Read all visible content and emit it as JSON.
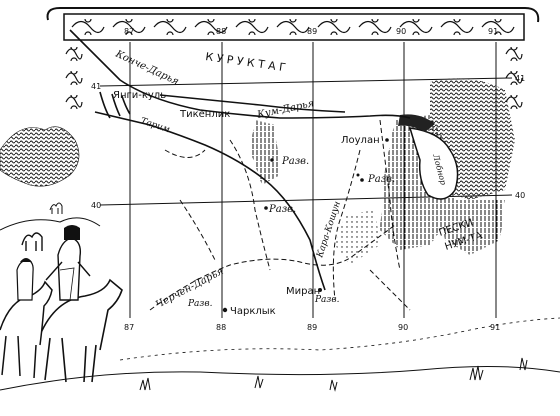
{
  "map": {
    "longitudes": [
      "87",
      "88",
      "89",
      "90",
      "91"
    ],
    "latitudes": [
      "41",
      "40"
    ],
    "places": {
      "konche_darya": "Конче-Дарья",
      "kuruk_tag": "К У Р У К   Т А Г",
      "yangi_kul": "Янги-куль",
      "kum_darya": "Кум-Дарья",
      "tikenlik": "Тикенлик",
      "tarim": "Тарим",
      "loulan": "Лоулан",
      "lobnor": "Лобнор",
      "ruins_1": "Разв.",
      "ruins_2": "Разв.",
      "ruins_3": "Разв.",
      "ruins_4": "Разв.",
      "ruins_5": "Разв.",
      "kara_koshun": "Кара-Кошун",
      "sands": "ПЕСКИ",
      "num_ta": "НУМ-ТА",
      "cherchen_darya": "Черчен-Дарья",
      "miran": "Миран",
      "charklyk": "Чарклык"
    }
  }
}
